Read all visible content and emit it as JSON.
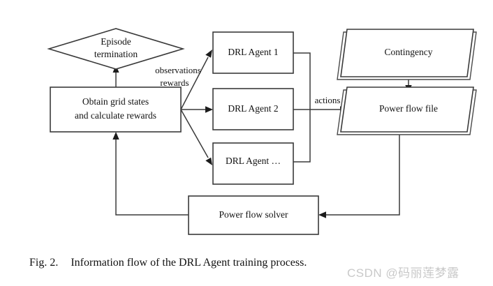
{
  "figure": {
    "caption_tag": "Fig. 2.",
    "caption_text": "Information flow of the DRL Agent training process.",
    "watermark": "CSDN @码丽莲梦露",
    "background_color": "#ffffff",
    "line_color": "#3a3a3a",
    "text_color": "#111111",
    "watermark_color": "#c9c9c9"
  },
  "nodes": {
    "episode_termination": {
      "label_line1": "Episode",
      "label_line2": "termination",
      "shape": "diamond"
    },
    "obtain_grid_states": {
      "label_line1": "Obtain grid states",
      "label_line2": "and calculate rewards",
      "shape": "rectangle"
    },
    "drl_agent_1": {
      "label": "DRL  Agent 1",
      "shape": "rectangle"
    },
    "drl_agent_2": {
      "label": "DRL  Agent 2",
      "shape": "rectangle"
    },
    "drl_agent_n": {
      "label": "DRL  Agent …",
      "shape": "rectangle"
    },
    "contingency": {
      "label": "Contingency",
      "shape": "parallelogram-double"
    },
    "power_flow_file": {
      "label": "Power flow file",
      "shape": "parallelogram-double"
    },
    "power_flow_solver": {
      "label": "Power flow solver",
      "shape": "rectangle"
    }
  },
  "edge_labels": {
    "observations": "observations",
    "rewards": "rewards",
    "actions": "actions"
  },
  "chart_data": {
    "type": "diagram",
    "title": "Information flow of the DRL Agent training process",
    "nodes": [
      {
        "id": "episode_termination",
        "text": "Episode termination",
        "shape": "diamond"
      },
      {
        "id": "obtain_grid_states",
        "text": "Obtain grid states and calculate rewards",
        "shape": "rectangle"
      },
      {
        "id": "drl_agent_1",
        "text": "DRL Agent 1",
        "shape": "rectangle"
      },
      {
        "id": "drl_agent_2",
        "text": "DRL Agent 2",
        "shape": "rectangle"
      },
      {
        "id": "drl_agent_n",
        "text": "DRL Agent …",
        "shape": "rectangle"
      },
      {
        "id": "contingency",
        "text": "Contingency",
        "shape": "parallelogram"
      },
      {
        "id": "power_flow_file",
        "text": "Power flow file",
        "shape": "parallelogram"
      },
      {
        "id": "power_flow_solver",
        "text": "Power flow solver",
        "shape": "rectangle"
      }
    ],
    "edges": [
      {
        "from": "obtain_grid_states",
        "to": "episode_termination",
        "label": ""
      },
      {
        "from": "obtain_grid_states",
        "to": "drl_agent_1",
        "label": "observations rewards"
      },
      {
        "from": "obtain_grid_states",
        "to": "drl_agent_2",
        "label": "observations rewards"
      },
      {
        "from": "obtain_grid_states",
        "to": "drl_agent_n",
        "label": "observations rewards"
      },
      {
        "from": "drl_agent_1",
        "to": "power_flow_file",
        "label": "actions"
      },
      {
        "from": "drl_agent_2",
        "to": "power_flow_file",
        "label": "actions"
      },
      {
        "from": "drl_agent_n",
        "to": "power_flow_file",
        "label": "actions"
      },
      {
        "from": "contingency",
        "to": "power_flow_file",
        "label": ""
      },
      {
        "from": "power_flow_file",
        "to": "power_flow_solver",
        "label": ""
      },
      {
        "from": "power_flow_solver",
        "to": "obtain_grid_states",
        "label": ""
      }
    ]
  }
}
